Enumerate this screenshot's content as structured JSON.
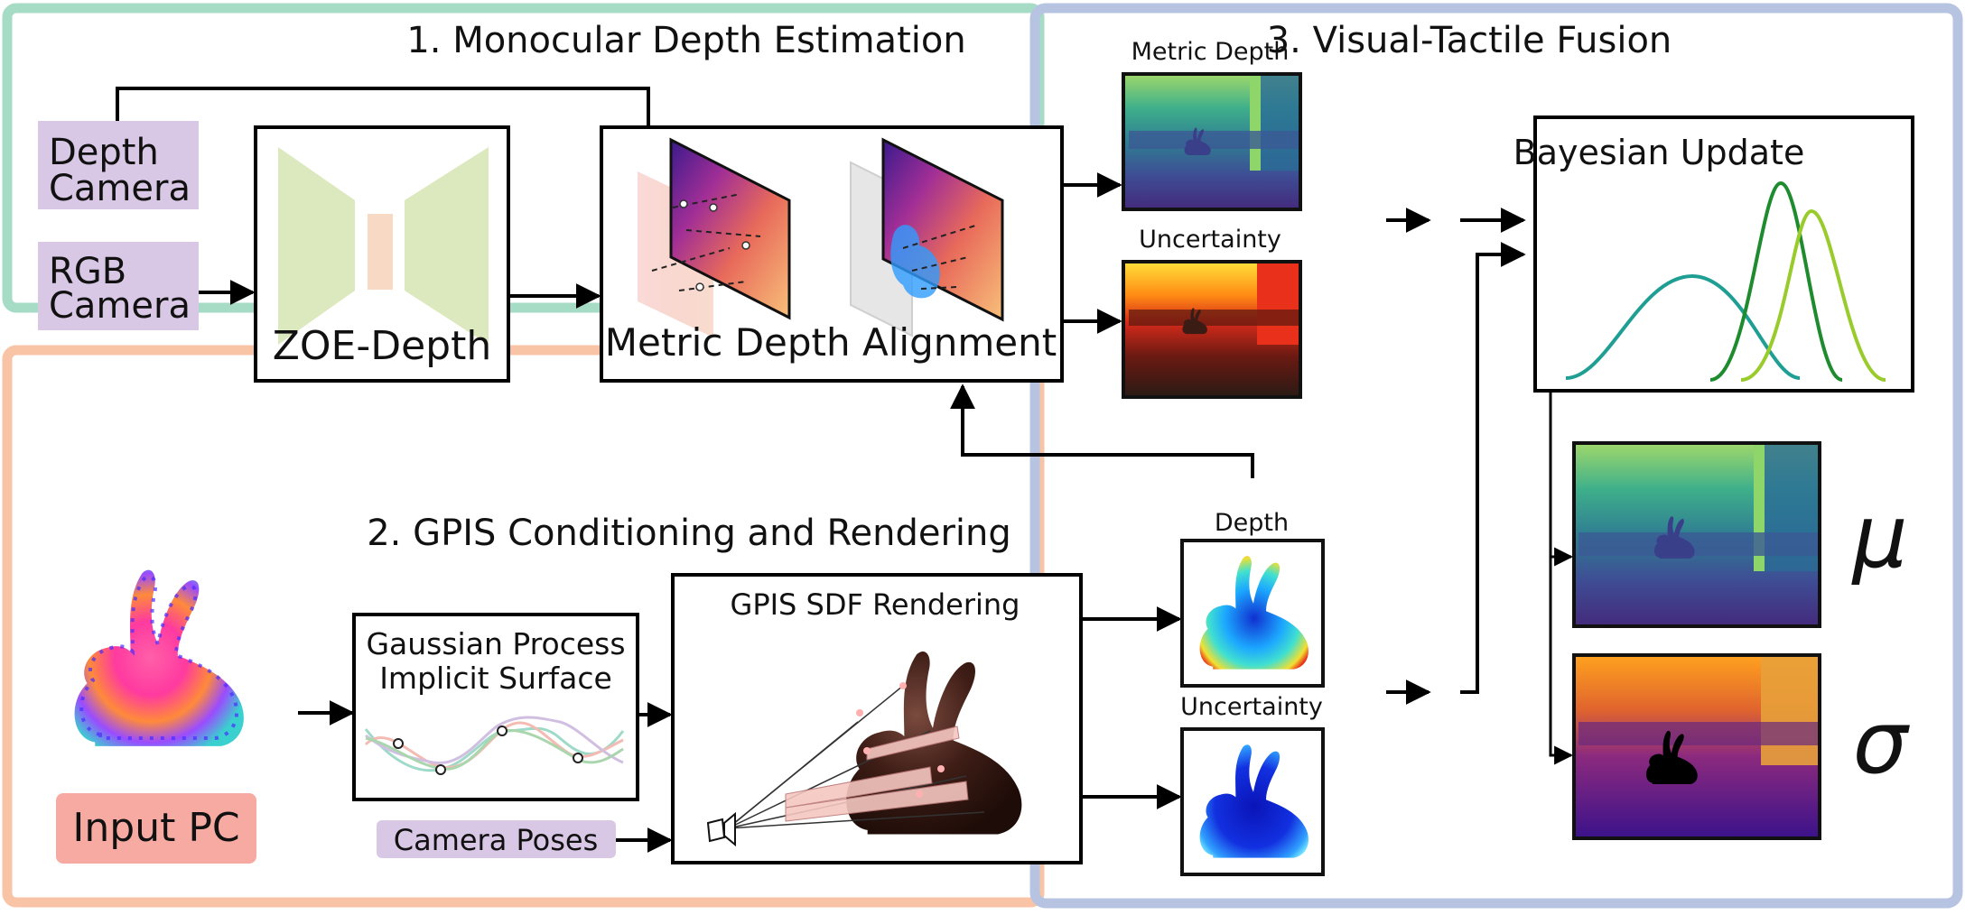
{
  "colors": {
    "section1_border": "#a6dcc6",
    "section2_border": "#f9c3a5",
    "section3_border": "#b7c4e1",
    "input_label_fill": "#d9c8e5",
    "input_pc_fill": "#f6aaa2",
    "network_fill": "#dce8bd",
    "bottleneck_fill": "#f7d9c4",
    "curve_teal": "#1f9e93",
    "curve_green": "#1e8c2e",
    "curve_lime": "#9acb2c"
  },
  "section1": {
    "title": "1. Monocular Depth Estimation",
    "input_depth_camera": [
      "Depth",
      "Camera"
    ],
    "input_rgb_camera": [
      "RGB",
      "Camera"
    ],
    "network_label": "ZOE-Depth",
    "alignment_label": "Metric Depth Alignment",
    "output_depth_label": "Metric Depth",
    "output_uncertainty_label": "Uncertainty"
  },
  "section2": {
    "title": "2. GPIS Conditioning and Rendering",
    "input_pc_label": "Input PC",
    "gp_label": [
      "Gaussian Process",
      "Implicit Surface"
    ],
    "render_label": "GPIS SDF Rendering",
    "camera_poses_label": "Camera Poses",
    "output_depth_label": "Depth",
    "output_uncertainty_label": "Uncertainty"
  },
  "section3": {
    "title": "3. Visual-Tactile Fusion",
    "bayes_label": "Bayesian Update",
    "mu_symbol": "μ",
    "sigma_symbol": "σ"
  }
}
